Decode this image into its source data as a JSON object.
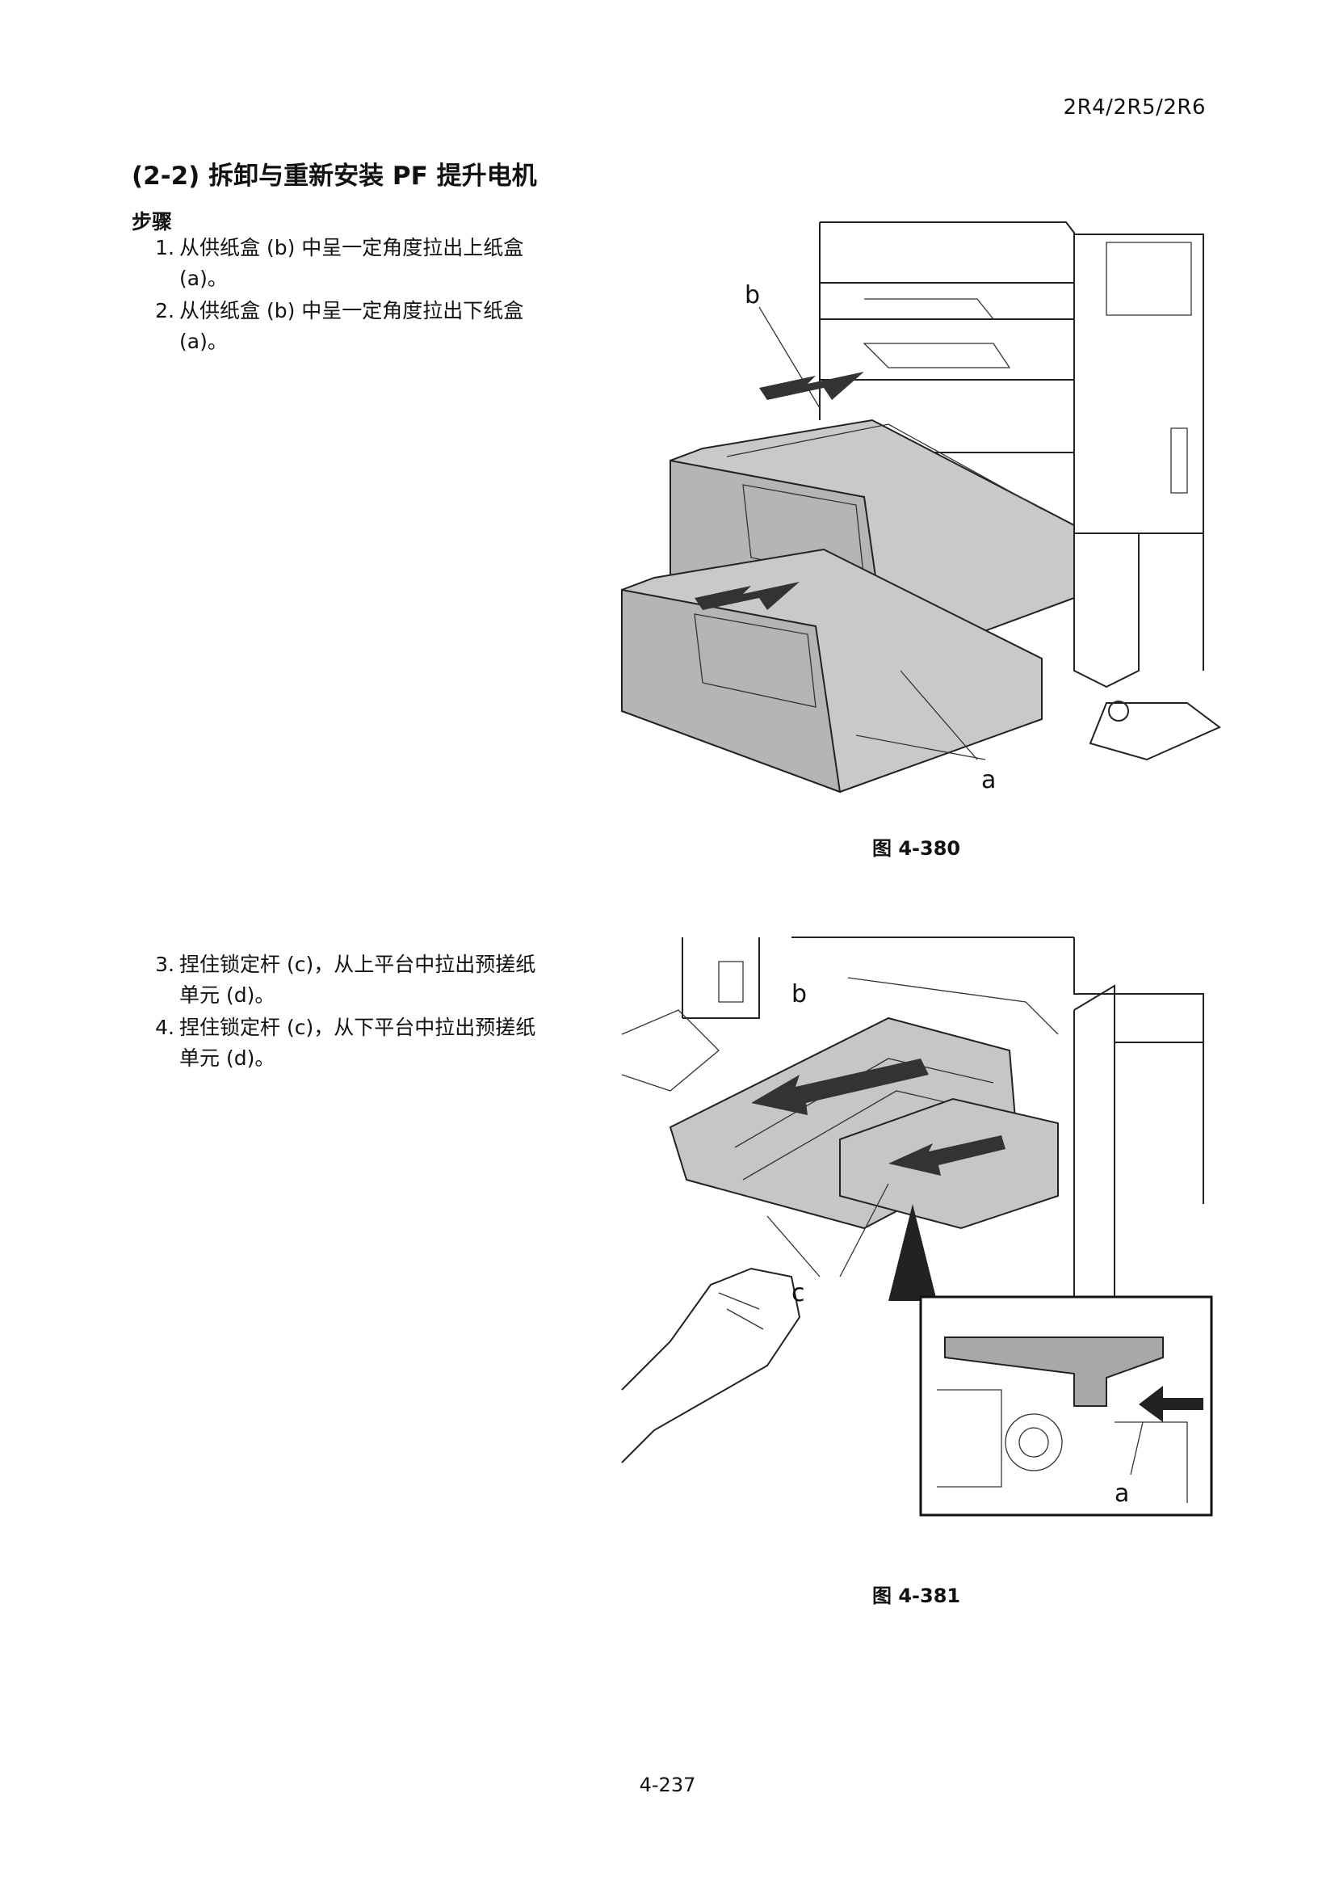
{
  "header": {
    "model_code": "2R4/2R5/2R6"
  },
  "section": {
    "title": "(2-2) 拆卸与重新安装 PF 提升电机"
  },
  "steps_label": "步骤",
  "steps": [
    {
      "num": "1.",
      "line1": "从供纸盒 (b) 中呈一定角度拉出上纸盒",
      "line2": "(a)。"
    },
    {
      "num": "2.",
      "line1": "从供纸盒 (b) 中呈一定角度拉出下纸盒",
      "line2": "(a)。"
    },
    {
      "num": "3.",
      "line1": "捏住锁定杆 (c)，从上平台中拉出预搓纸",
      "line2": "单元 (d)。"
    },
    {
      "num": "4.",
      "line1": "捏住锁定杆 (c)，从下平台中拉出预搓纸",
      "line2": "单元 (d)。"
    }
  ],
  "figures": [
    {
      "caption": "图 4-380",
      "callouts": {
        "b": "b",
        "a": "a"
      }
    },
    {
      "caption": "图 4-381",
      "callouts": {
        "b": "b",
        "c": "c",
        "a": "a"
      }
    }
  ],
  "footer": {
    "page_number": "4-237"
  }
}
